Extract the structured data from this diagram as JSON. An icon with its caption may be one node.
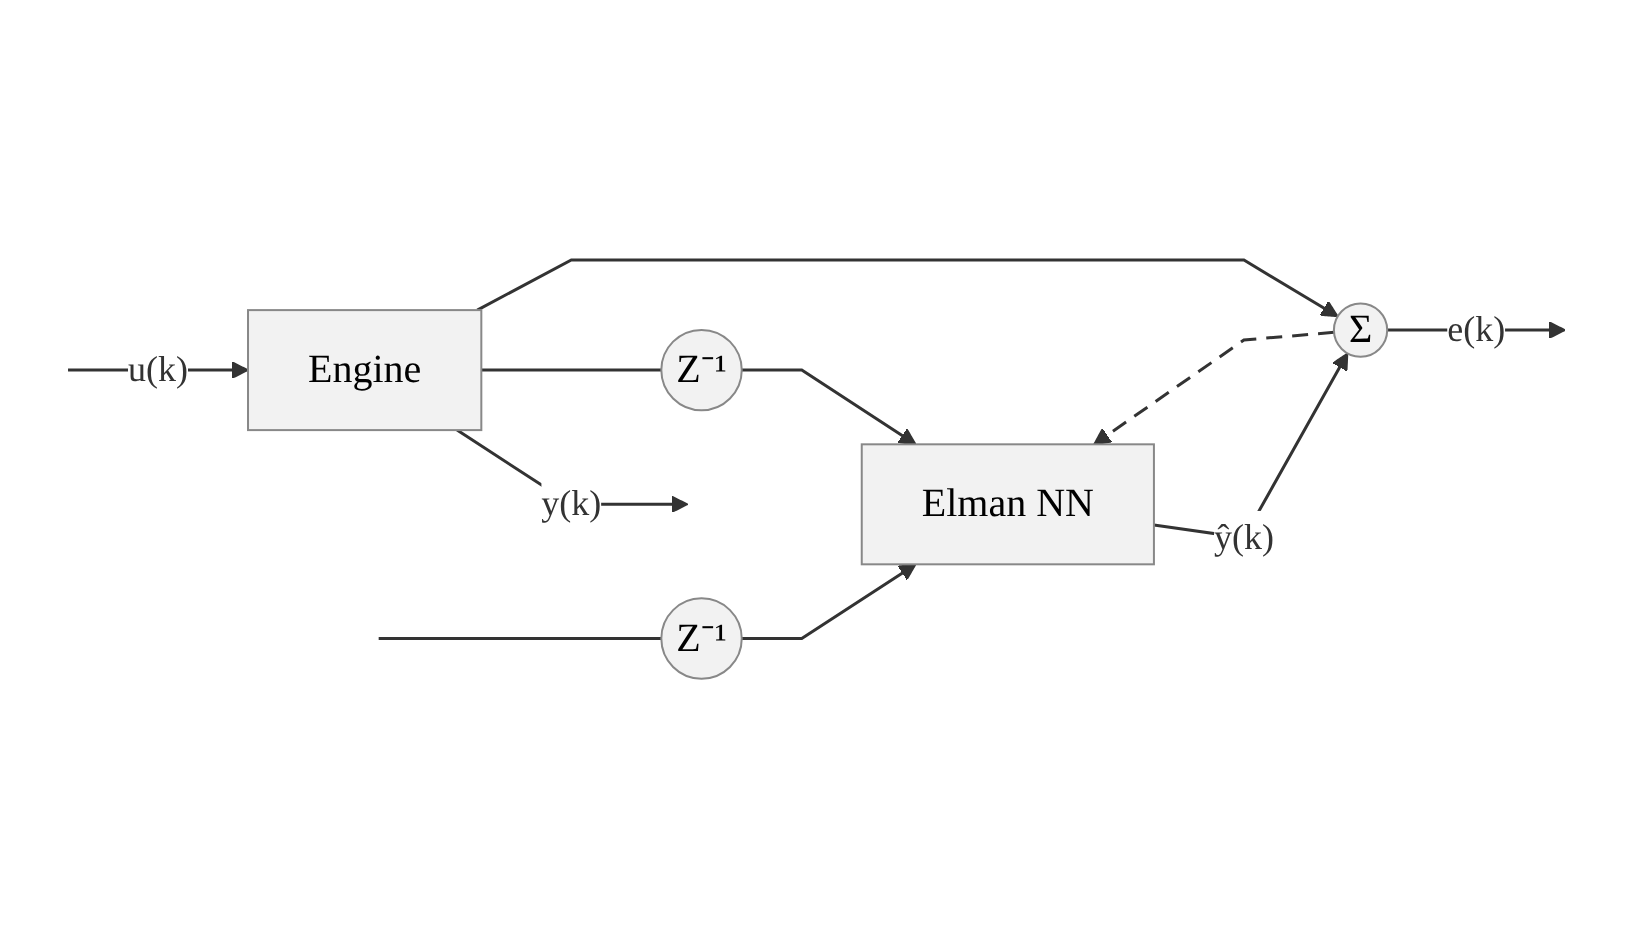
{
  "diagram": {
    "nodes": [
      {
        "text": [
          "Engine"
        ]
      },
      {
        "text": [
          "Z⁻¹"
        ]
      },
      {
        "text": [
          "Z⁻¹"
        ]
      },
      {
        "text": [
          "Elman NN"
        ]
      },
      {
        "text": [
          "Σ"
        ]
      }
    ],
    "edges": [
      {
        "from": null,
        "to": 0,
        "arrow": "to",
        "label": "u(k)"
      },
      {
        "from": 0,
        "to": null,
        "arrow": "to",
        "label": "y(k)"
      },
      {
        "from": null,
        "to": 1,
        "arrow": "none"
      },
      {
        "from": 0,
        "to": 2,
        "arrow": "none"
      },
      {
        "from": 0,
        "to": 4,
        "arrow": "to"
      },
      {
        "from": 1,
        "to": 3,
        "arrow": "to"
      },
      {
        "from": 2,
        "to": 3,
        "arrow": "to"
      },
      {
        "from": 3,
        "to": 4,
        "arrow": "to",
        "label": "ŷ(k)"
      },
      {
        "from": 4,
        "to": null,
        "arrow": "to",
        "label": "e(k)"
      },
      {
        "from": 4,
        "to": 3,
        "arrow": "to",
        "style": "dashed"
      }
    ]
  }
}
